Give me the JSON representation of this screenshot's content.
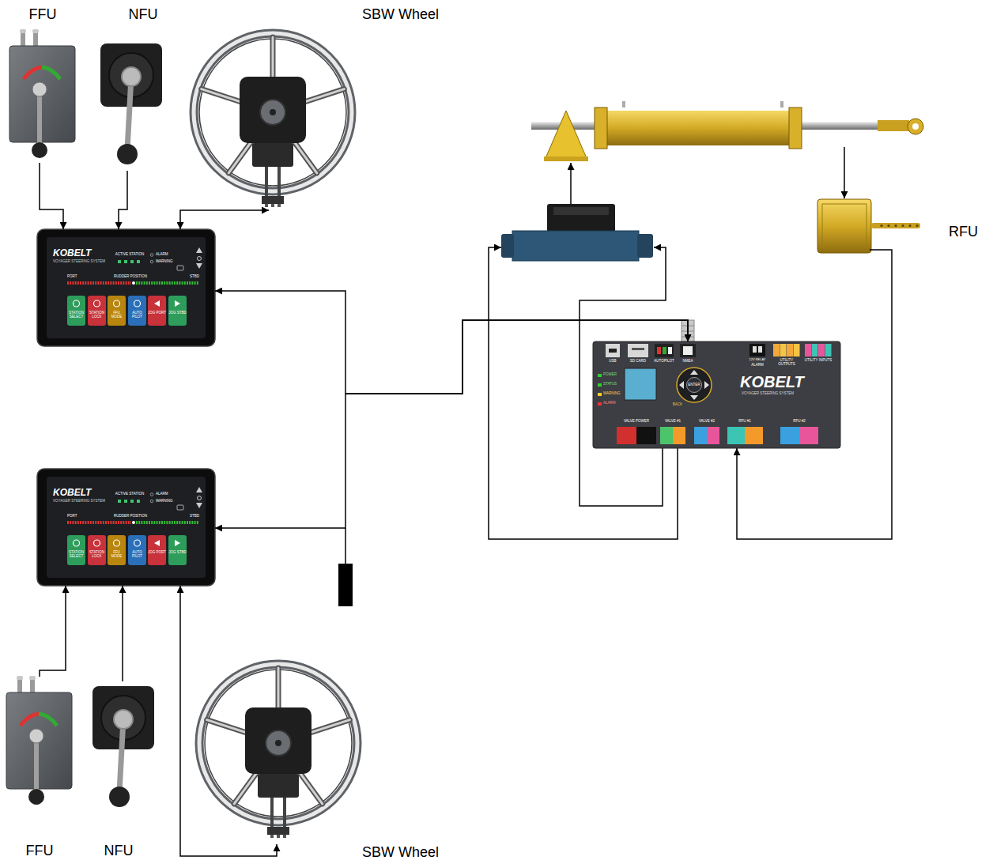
{
  "diagram": {
    "nodes": [
      {
        "text": [
          "FFU"
        ]
      },
      {
        "text": [
          "NFU"
        ]
      },
      {
        "text": [
          "SBW Wheel"
        ]
      },
      {
        "text": [
          "RFU"
        ]
      },
      {
        "text": [
          "KOBELT",
          "VOYAGER STEERING SYSTEM",
          "ACTIVE STATION",
          "ALARM",
          "WARNING",
          "RUDDER POSITION",
          "PORT",
          "STBD",
          "STATION SELECT",
          "STATION LOCK",
          "FFU MODE",
          "AUTO PILOT",
          "JOG PORT",
          "JOG STBD"
        ]
      },
      {
        "text": [
          "USB",
          "SD CARD",
          "AUTOPILOT",
          "NMEA",
          "12V RELAY",
          "ALARM",
          "UTILITY OUTPUTS",
          "UTILITY INPUTS",
          "POWER",
          "STATUS",
          "WARNING",
          "ALARM",
          "ENTER",
          "BACK",
          "KOBELT",
          "VOYAGER STEERING SYSTEM",
          "VALVE POWER",
          "VALVE #1",
          "VALVE #2",
          "RFU #1",
          "RFU #2"
        ]
      },
      {
        "text": [
          "KOBELT",
          "VOYAGER STEERING SYSTEM",
          "ACTIVE STATION",
          "ALARM",
          "WARNING",
          "RUDDER POSITION",
          "PORT",
          "STBD",
          "STATION SELECT",
          "STATION LOCK",
          "FFU MODE",
          "AUTO PILOT",
          "JOG PORT",
          "JOG STBD"
        ]
      },
      {
        "text": [
          "FFU"
        ]
      },
      {
        "text": [
          "NFU"
        ]
      },
      {
        "text": [
          "SBW Wheel"
        ]
      }
    ],
    "edges": [
      {
        "from": 0,
        "to": 4,
        "arrow": "to"
      },
      {
        "from": 1,
        "to": 4,
        "arrow": "to"
      },
      {
        "from": 2,
        "to": 4,
        "arrow": "both"
      },
      {
        "from": 5,
        "to": 4,
        "arrow": "both"
      },
      {
        "from": 5,
        "to": 6,
        "arrow": "both"
      },
      {
        "from": 7,
        "to": 6,
        "arrow": "to"
      },
      {
        "from": 8,
        "to": 6,
        "arrow": "to"
      },
      {
        "from": 9,
        "to": 6,
        "arrow": "both"
      },
      {
        "from": 3,
        "to": 5,
        "arrow": "to"
      }
    ]
  }
}
